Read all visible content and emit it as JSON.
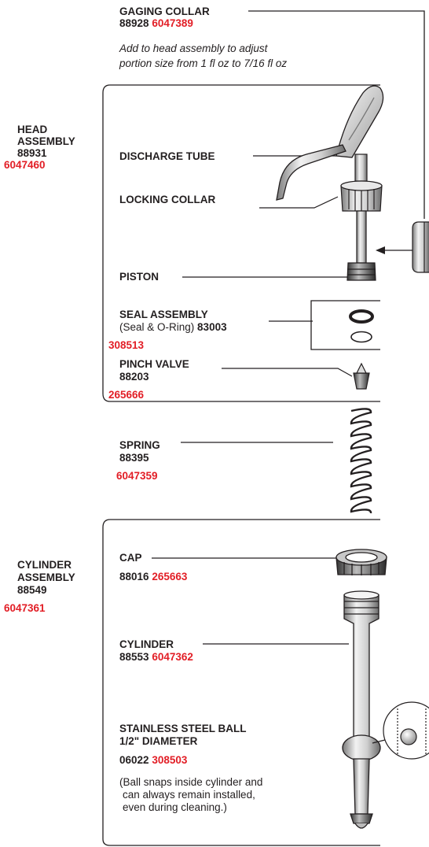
{
  "gaging_collar": {
    "name": "GAGING COLLAR",
    "part": "88928",
    "alt": "6047389",
    "note_line1": "Add to head assembly to adjust",
    "note_line2": "portion size from 1 fl oz to 7/16 fl oz"
  },
  "head_assembly": {
    "line1": "HEAD",
    "line2": "ASSEMBLY",
    "part": "88931",
    "alt": "6047460"
  },
  "discharge_tube": {
    "name": "DISCHARGE TUBE"
  },
  "locking_collar": {
    "name": "LOCKING COLLAR"
  },
  "piston": {
    "name": "PISTON"
  },
  "seal_assembly": {
    "name": "SEAL ASSEMBLY",
    "desc": "(Seal & O-Ring)",
    "part": "83003",
    "alt": "308513"
  },
  "pinch_valve": {
    "name": "PINCH VALVE",
    "part": "88203",
    "alt": "265666"
  },
  "spring": {
    "name": "SPRING",
    "part": "88395",
    "alt": "6047359"
  },
  "cylinder_assembly": {
    "line1": "CYLINDER",
    "line2": "ASSEMBLY",
    "part": "88549",
    "alt": "6047361"
  },
  "cap": {
    "name": "CAP",
    "part": "88016",
    "alt": "265663"
  },
  "cylinder": {
    "name": "CYLINDER",
    "part": "88553",
    "alt": "6047362"
  },
  "ball": {
    "line1": "STAINLESS STEEL BALL",
    "line2": "1/2\" DIAMETER",
    "part": "06022",
    "alt": "308503",
    "note_line1": "(Ball snaps inside cylinder and",
    "note_line2": "can always remain installed,",
    "note_line3": "even during cleaning.)"
  },
  "colors": {
    "line": "#231f20",
    "accent": "#e21e26"
  }
}
